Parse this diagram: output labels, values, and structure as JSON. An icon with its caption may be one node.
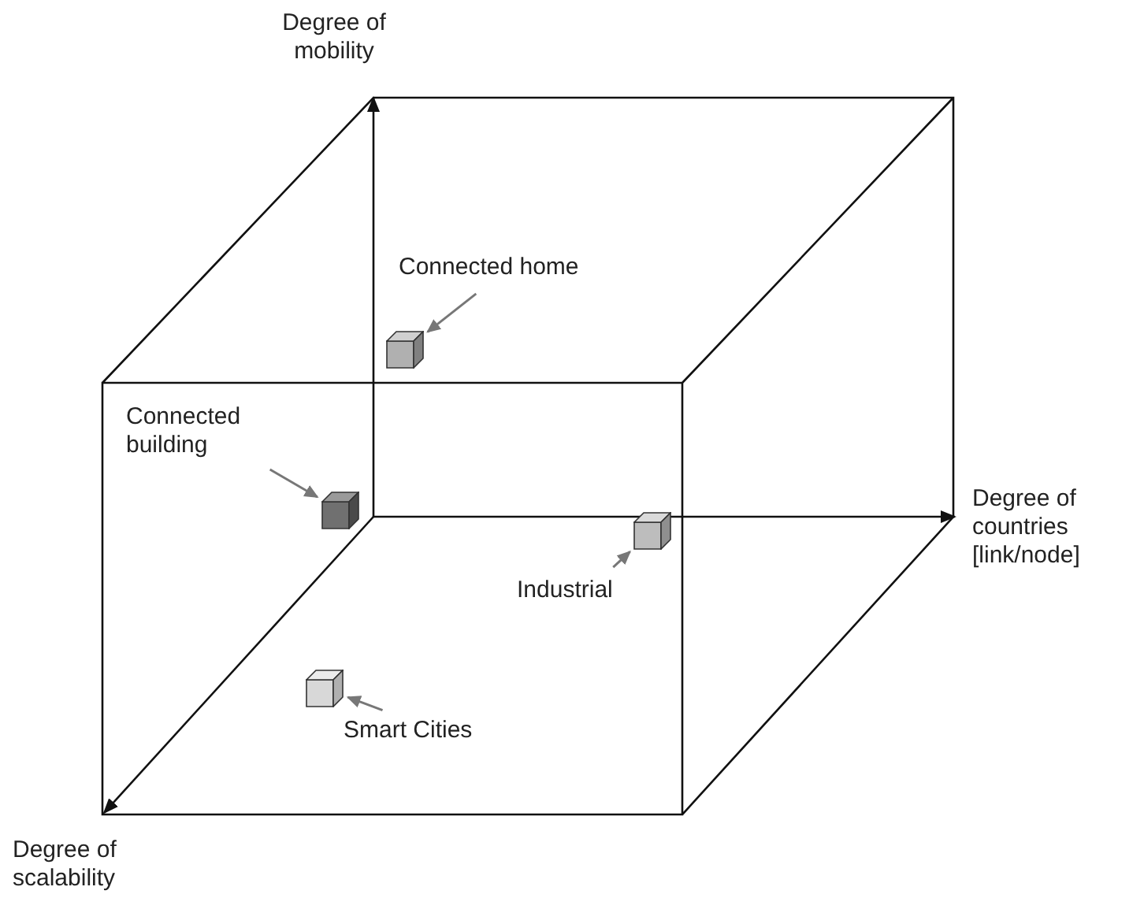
{
  "diagram": {
    "nodes": [
      {
        "text": [
          "Connected home"
        ]
      },
      {
        "text": [],
        "shape": "cube"
      },
      {
        "text": [
          "Connected building"
        ]
      },
      {
        "text": [],
        "shape": "cube"
      },
      {
        "text": [],
        "shape": "cube"
      },
      {
        "text": [
          "Industrial"
        ]
      },
      {
        "text": [],
        "shape": "cube"
      },
      {
        "text": [
          "Smart Cities"
        ]
      }
    ],
    "edges": [
      {
        "from": 0,
        "to": 1,
        "arrow": "to"
      },
      {
        "from": 2,
        "to": 3,
        "arrow": "to"
      },
      {
        "from": 5,
        "to": 4,
        "arrow": "to"
      },
      {
        "from": 7,
        "to": 6,
        "arrow": "to"
      }
    ],
    "labels": [
      "Degree of mobility",
      "Degree of countries [link/node]",
      "Degree of scalability"
    ]
  }
}
